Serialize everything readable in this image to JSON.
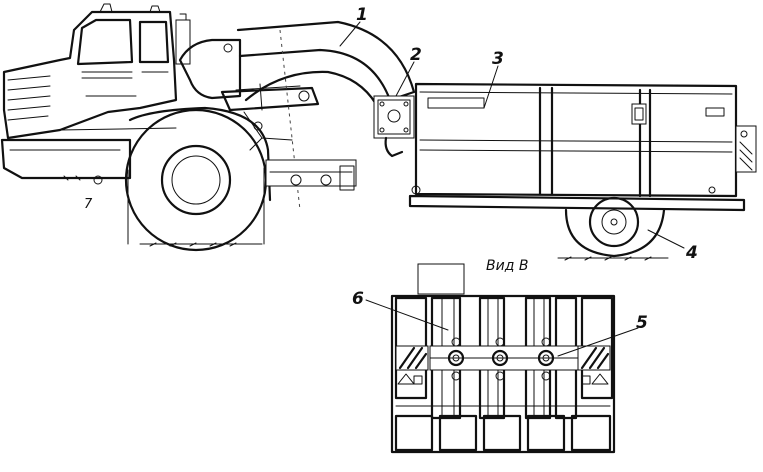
{
  "labels": {
    "l1": "1",
    "l2": "2",
    "l3": "3",
    "l4": "4",
    "l5": "5",
    "l6": "6",
    "l7": "7"
  },
  "view_caption": "Вид В"
}
